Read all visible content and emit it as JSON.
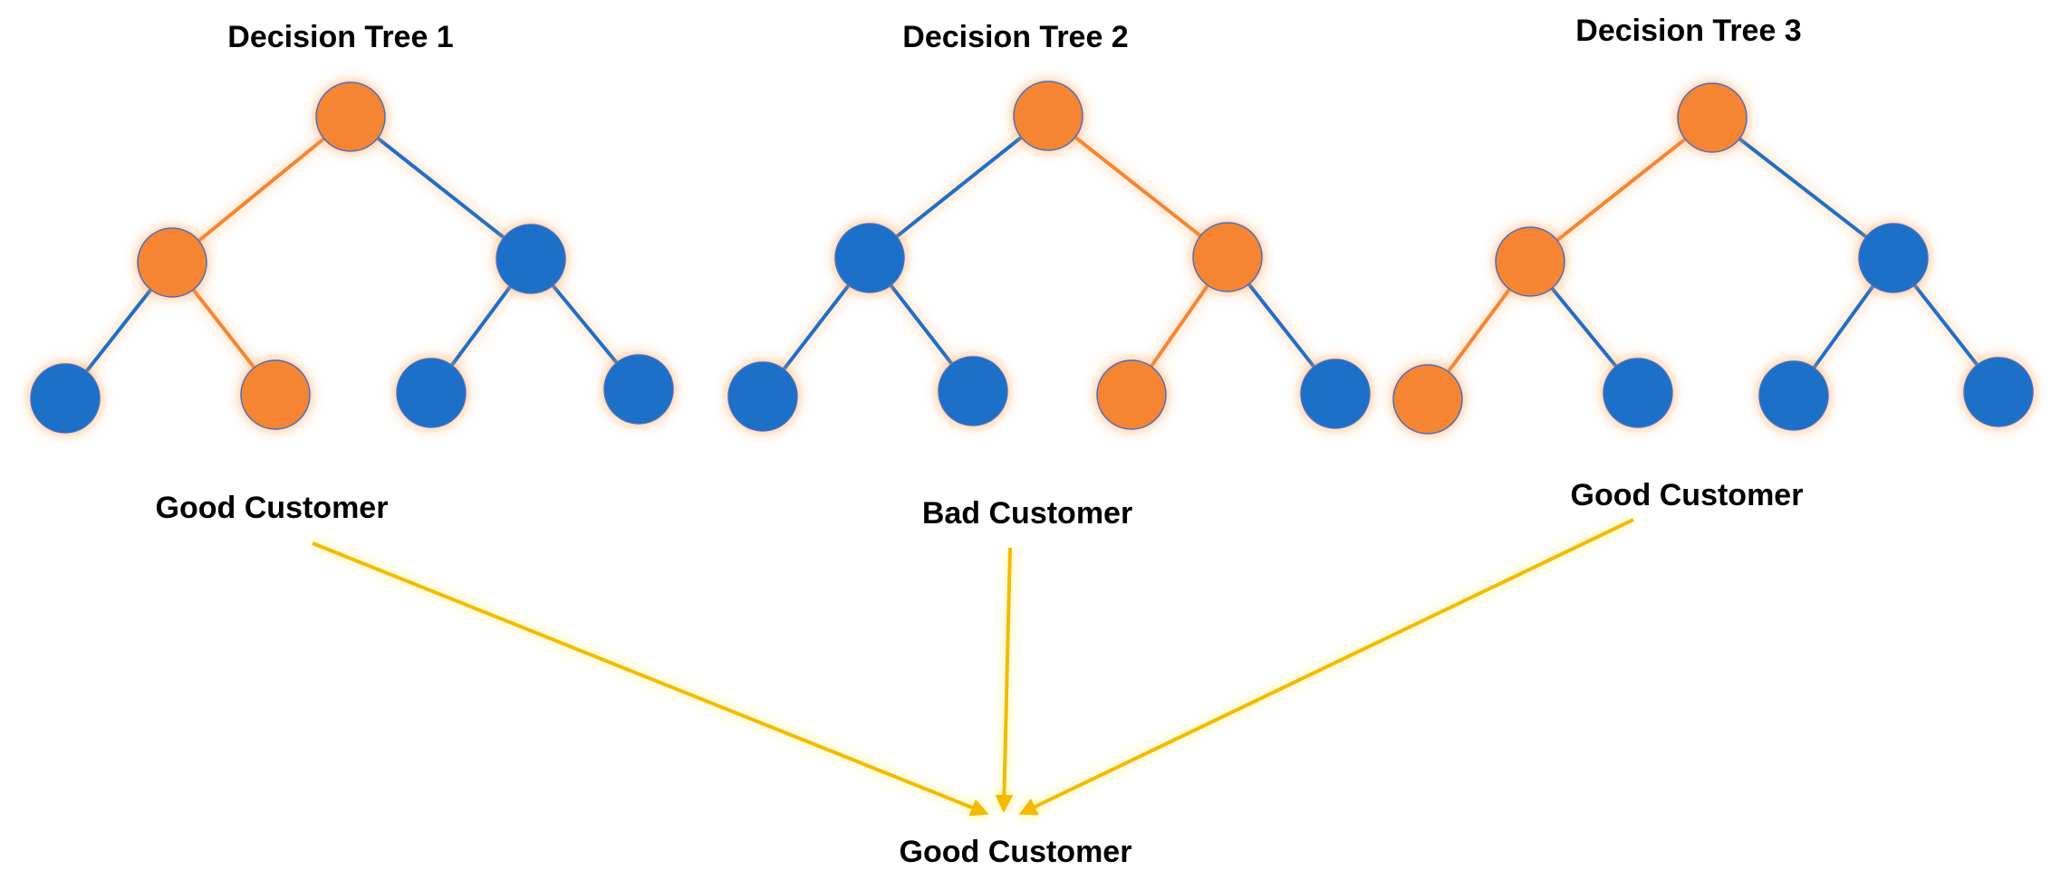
{
  "colors": {
    "path": "#F58533",
    "other": "#1A6FC7",
    "node_stroke": "#3F6FC0",
    "glow_path": "#FFB57D",
    "arrow": "#F3BA00",
    "arrow_glow": "#FFF27A"
  },
  "trees": [
    {
      "title": "Decision Tree 1",
      "result": "Good Customer",
      "nodes": [
        "path",
        "path",
        "other",
        "other",
        "path",
        "other",
        "other"
      ],
      "edges": [
        {
          "from": 0,
          "to": 1,
          "kind": "path"
        },
        {
          "from": 0,
          "to": 2,
          "kind": "other"
        },
        {
          "from": 1,
          "to": 3,
          "kind": "other"
        },
        {
          "from": 1,
          "to": 4,
          "kind": "path"
        },
        {
          "from": 2,
          "to": 5,
          "kind": "other"
        },
        {
          "from": 2,
          "to": 6,
          "kind": "other"
        }
      ]
    },
    {
      "title": "Decision Tree 2",
      "result": "Bad Customer",
      "nodes": [
        "path",
        "other",
        "path",
        "other",
        "other",
        "path",
        "other"
      ],
      "edges": [
        {
          "from": 0,
          "to": 1,
          "kind": "other"
        },
        {
          "from": 0,
          "to": 2,
          "kind": "path"
        },
        {
          "from": 1,
          "to": 3,
          "kind": "other"
        },
        {
          "from": 1,
          "to": 4,
          "kind": "other"
        },
        {
          "from": 2,
          "to": 5,
          "kind": "path"
        },
        {
          "from": 2,
          "to": 6,
          "kind": "other"
        }
      ]
    },
    {
      "title": "Decision Tree 3",
      "result": "Good Customer",
      "nodes": [
        "path",
        "path",
        "other",
        "path",
        "other",
        "other",
        "other"
      ],
      "edges": [
        {
          "from": 0,
          "to": 1,
          "kind": "path"
        },
        {
          "from": 0,
          "to": 2,
          "kind": "other"
        },
        {
          "from": 1,
          "to": 3,
          "kind": "path"
        },
        {
          "from": 1,
          "to": 4,
          "kind": "other"
        },
        {
          "from": 2,
          "to": 5,
          "kind": "other"
        },
        {
          "from": 2,
          "to": 6,
          "kind": "other"
        }
      ]
    }
  ],
  "final_result": "Good Customer"
}
